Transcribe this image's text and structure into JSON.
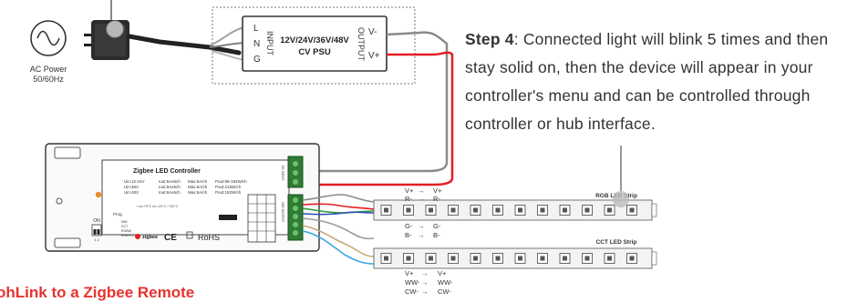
{
  "power": {
    "label_line1": "AC Power",
    "label_line2": "50/60Hz"
  },
  "psu": {
    "title_line1": "12V/24V/36V/48V",
    "title_line2": "CV PSU",
    "input_label": "INPUT",
    "output_label": "OUTPUT",
    "input_terminals": [
      "L",
      "N",
      "G"
    ],
    "output_terminals": [
      "V-",
      "V+"
    ]
  },
  "step4": {
    "heading": "Step 4",
    "text": ": Connected light will blink 5 times and then stay solid on, then the device will appear in your controller's menu and can be controlled through controller or hub interface."
  },
  "controller": {
    "title": "Zigbee LED Controller",
    "spec_col1": [
      "Uin:12-24V",
      "Uin:36V",
      "Uin:48V"
    ],
    "spec_col2": [
      "Iout:6Ax5ch",
      "Iout:6Ax5ch",
      "Iout:6Ax5ch"
    ],
    "spec_col3": [
      "Max:6A/ch",
      "Max:6A/ch",
      "Max:6A/ch"
    ],
    "spec_col4": [
      "Pout:96-192W/ch",
      "Pout:216W/ch",
      "Pout:192W/ch"
    ],
    "temp_line": "• ta=75°C      ta=-20°C~+50°C",
    "prog_label": "Prog.",
    "dip_modes": [
      "DIM",
      "CCT",
      "RGBW",
      "RGB+CCT"
    ],
    "on_label": "ON",
    "dip_numbers": "1  2",
    "zigbee_label": "zigbee",
    "ce_label": "CE",
    "rohs_label": "RoHS",
    "input_label": "DC INPUT",
    "output_label": "LED OUTPUT"
  },
  "rgb_strip": {
    "title": "RGB LED Strip",
    "wires_top": [
      [
        "V+",
        "V+"
      ],
      [
        "R-",
        "R-"
      ]
    ],
    "wires_bottom": [
      [
        "G-",
        "G-"
      ],
      [
        "B-",
        "B-"
      ]
    ]
  },
  "cct_strip": {
    "title": "CCT LED Strip",
    "wires": [
      [
        "V+",
        "V+"
      ],
      [
        "WW-",
        "WW-"
      ],
      [
        "CW-",
        "CW-"
      ]
    ]
  },
  "bottom_title": "ohLink to a Zigbee Remote",
  "colors": {
    "red_wire": "#e31e24",
    "grey_wire": "#8a8a8a",
    "title_red": "#e8322f"
  }
}
